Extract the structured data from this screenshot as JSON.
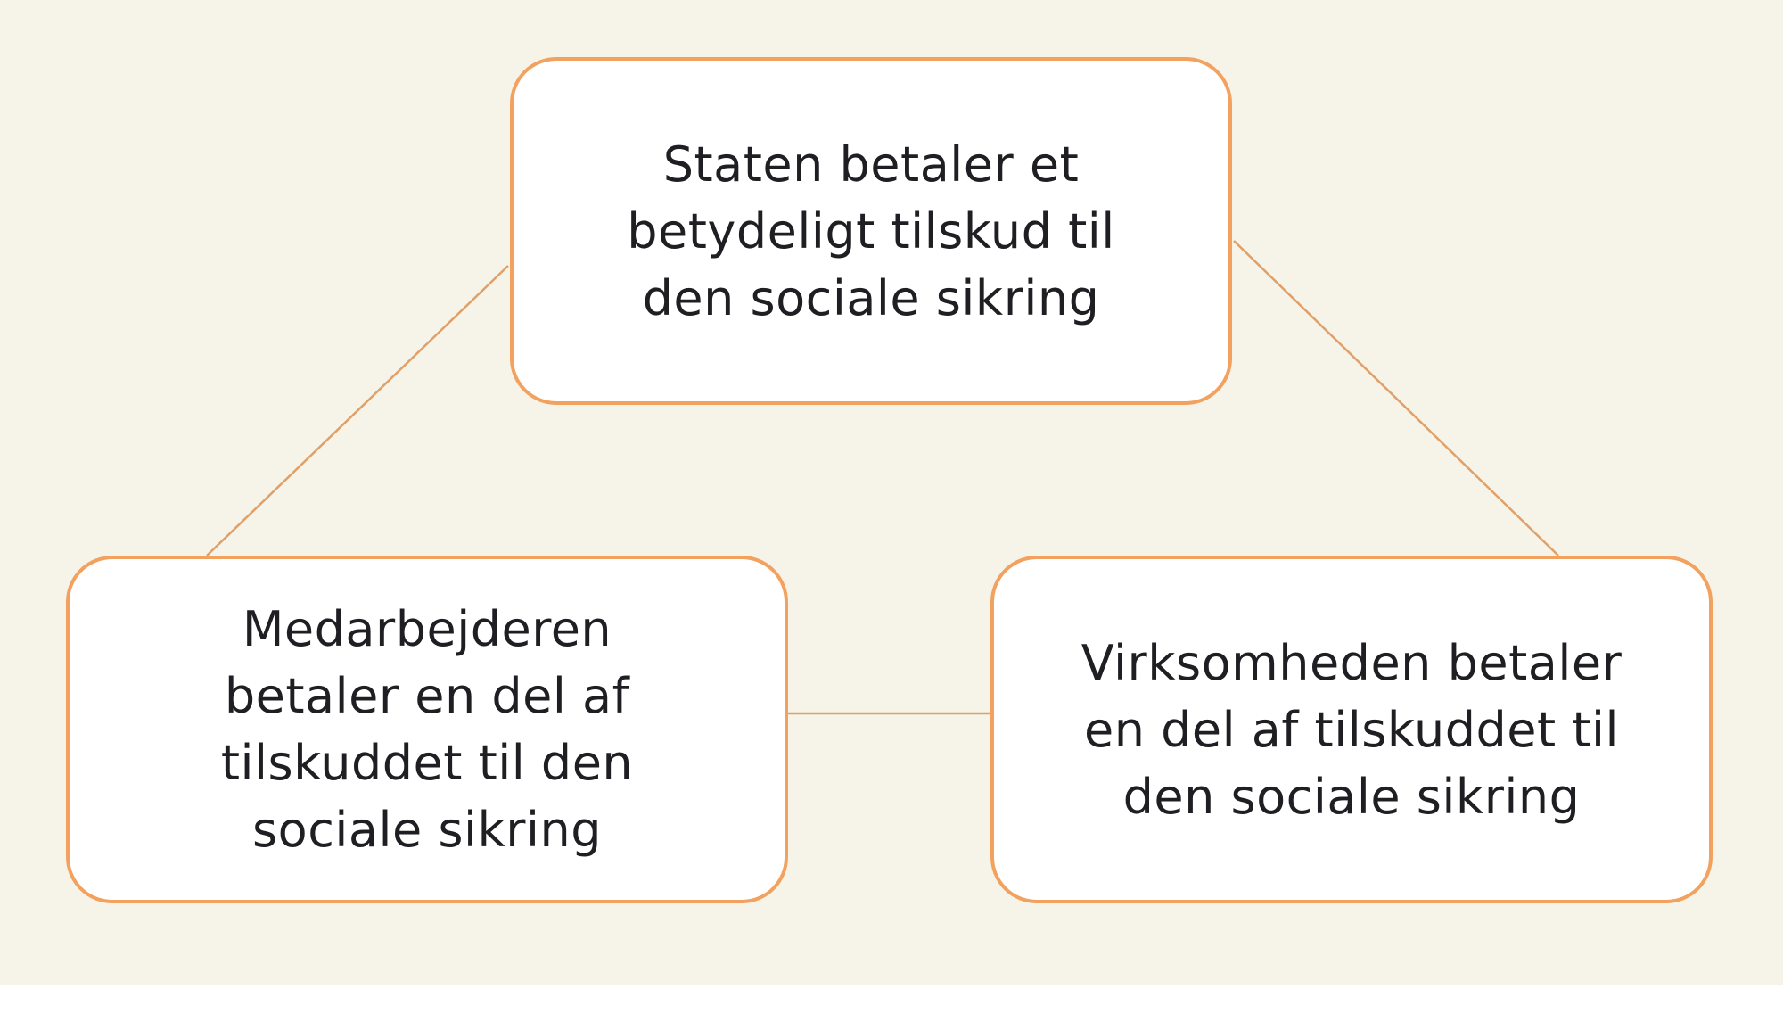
{
  "diagram": {
    "nodes": {
      "top": {
        "text": "Staten betaler et betydeligt tilskud til den sociale sikring"
      },
      "left": {
        "text": "Medarbejderen betaler en del af tilskuddet til den sociale sikring"
      },
      "right": {
        "text": "Virksomheden betaler en del af tilskuddet til den sociale sikring"
      }
    },
    "edges": [
      {
        "from": "top",
        "to": "left"
      },
      {
        "from": "top",
        "to": "right"
      },
      {
        "from": "left",
        "to": "right"
      }
    ],
    "colors": {
      "background": "#f6f4e9",
      "box_border": "#f2a15e",
      "connector": "#e0a068",
      "box_fill": "#ffffff",
      "text": "#1f1f23"
    }
  }
}
